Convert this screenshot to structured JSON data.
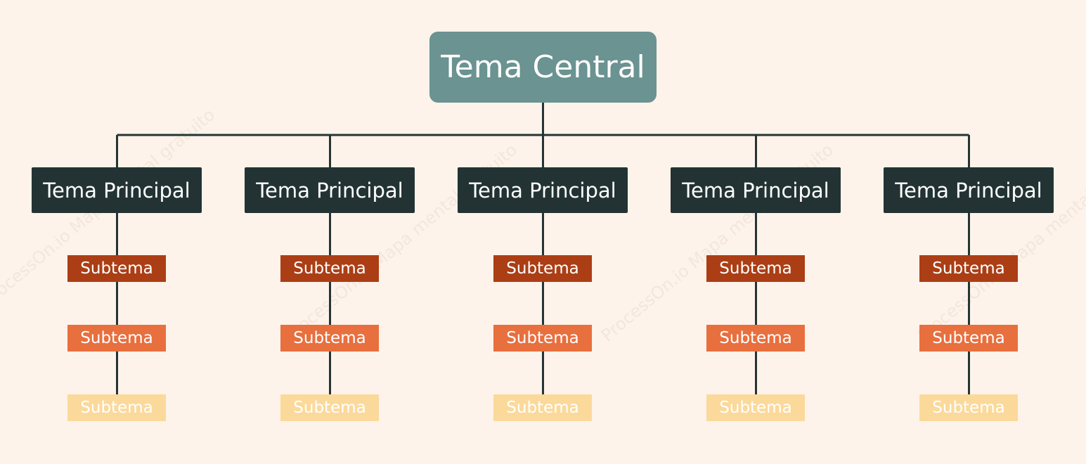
{
  "colors": {
    "background": "#fdf3ea",
    "connector": "#253535",
    "central_fill": "#6a9391",
    "central_text": "#ffffff",
    "principal_fill": "#233334",
    "principal_text": "#ffffff",
    "sub_level_1_fill": "#ab3e15",
    "sub_level_2_fill": "#e86f3e",
    "sub_level_3_fill": "#fbd99a",
    "sub_text": "#ffffff",
    "watermark": "#eddcd0"
  },
  "watermark_text": "ProcessOn.io Mapa mental gratuito",
  "central_topic": {
    "label": "Tema Central"
  },
  "main_topics": [
    {
      "label": "Tema Principal",
      "subtopics": [
        "Subtema",
        "Subtema",
        "Subtema"
      ]
    },
    {
      "label": "Tema Principal",
      "subtopics": [
        "Subtema",
        "Subtema",
        "Subtema"
      ]
    },
    {
      "label": "Tema Principal",
      "subtopics": [
        "Subtema",
        "Subtema",
        "Subtema"
      ]
    },
    {
      "label": "Tema Principal",
      "subtopics": [
        "Subtema",
        "Subtema",
        "Subtema"
      ]
    },
    {
      "label": "Tema Principal",
      "subtopics": [
        "Subtema",
        "Subtema",
        "Subtema"
      ]
    }
  ]
}
